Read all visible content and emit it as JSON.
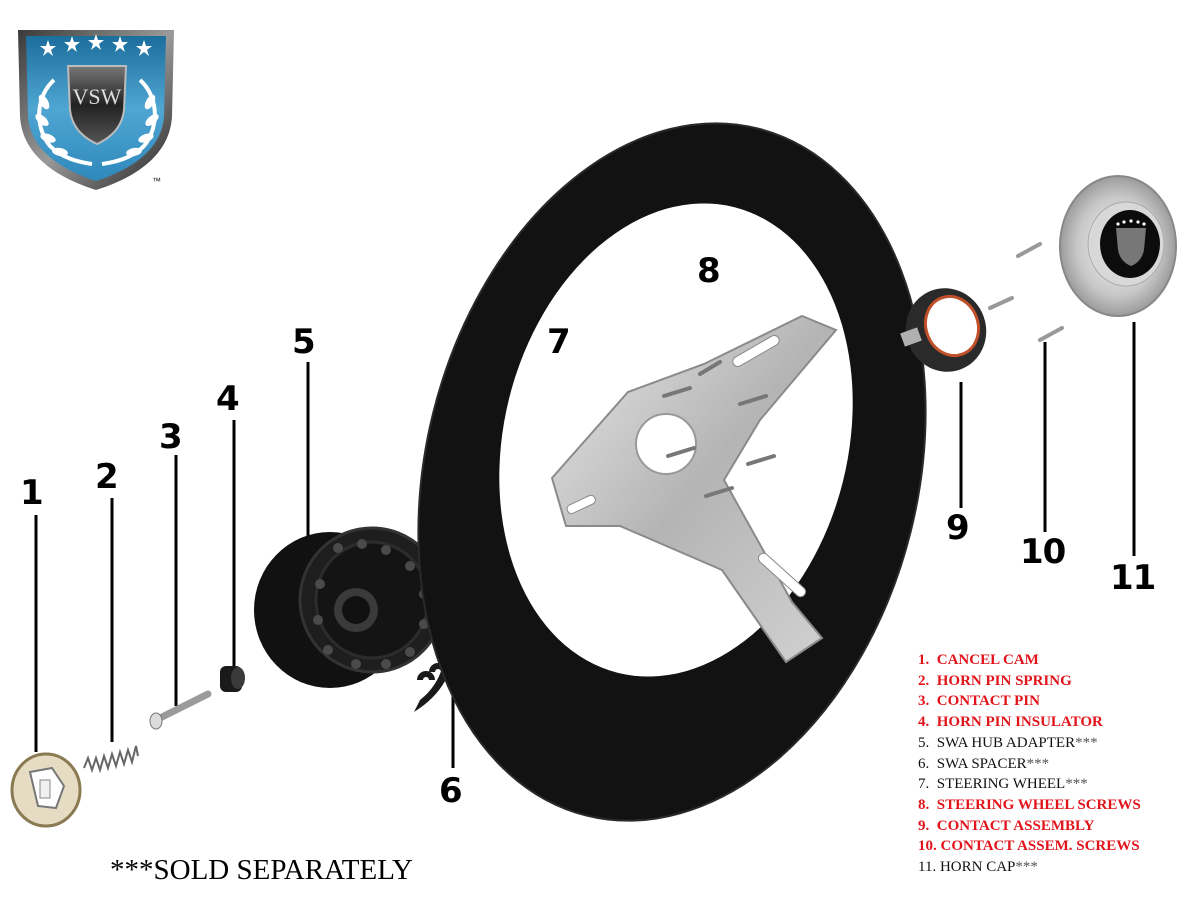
{
  "logo": {
    "text": "VSW",
    "trademark": "™"
  },
  "callouts": [
    "1",
    "2",
    "3",
    "4",
    "5",
    "6",
    "7",
    "8",
    "9",
    "10",
    "11"
  ],
  "legend": [
    {
      "number": "1.",
      "label": "CANCEL CAM",
      "suffix": "",
      "color": "#e0141a"
    },
    {
      "number": "2.",
      "label": "HORN PIN SPRING",
      "suffix": "",
      "color": "#e0141a"
    },
    {
      "number": "3.",
      "label": "CONTACT PIN",
      "suffix": "",
      "color": "#e0141a"
    },
    {
      "number": "4.",
      "label": "HORN PIN INSULATOR",
      "suffix": "",
      "color": "#e0141a"
    },
    {
      "number": "5.",
      "label": "SWA HUB ADAPTER",
      "suffix": "***",
      "color": "#111111"
    },
    {
      "number": "6.",
      "label": "SWA SPACER",
      "suffix": "***",
      "color": "#111111"
    },
    {
      "number": "7.",
      "label": "STEERING WHEEL",
      "suffix": "***",
      "color": "#111111"
    },
    {
      "number": "8.",
      "label": "STEERING WHEEL SCREWS",
      "suffix": "",
      "color": "#e0141a"
    },
    {
      "number": "9.",
      "label": "CONTACT ASSEMBLY",
      "suffix": "",
      "color": "#e0141a"
    },
    {
      "number": "10.",
      "label": "CONTACT ASSEM. SCREWS",
      "suffix": "",
      "color": "#e0141a"
    },
    {
      "number": "11.",
      "label": "HORN CAP",
      "suffix": "***",
      "color": "#111111"
    }
  ],
  "footer": "***SOLD SEPARATELY"
}
